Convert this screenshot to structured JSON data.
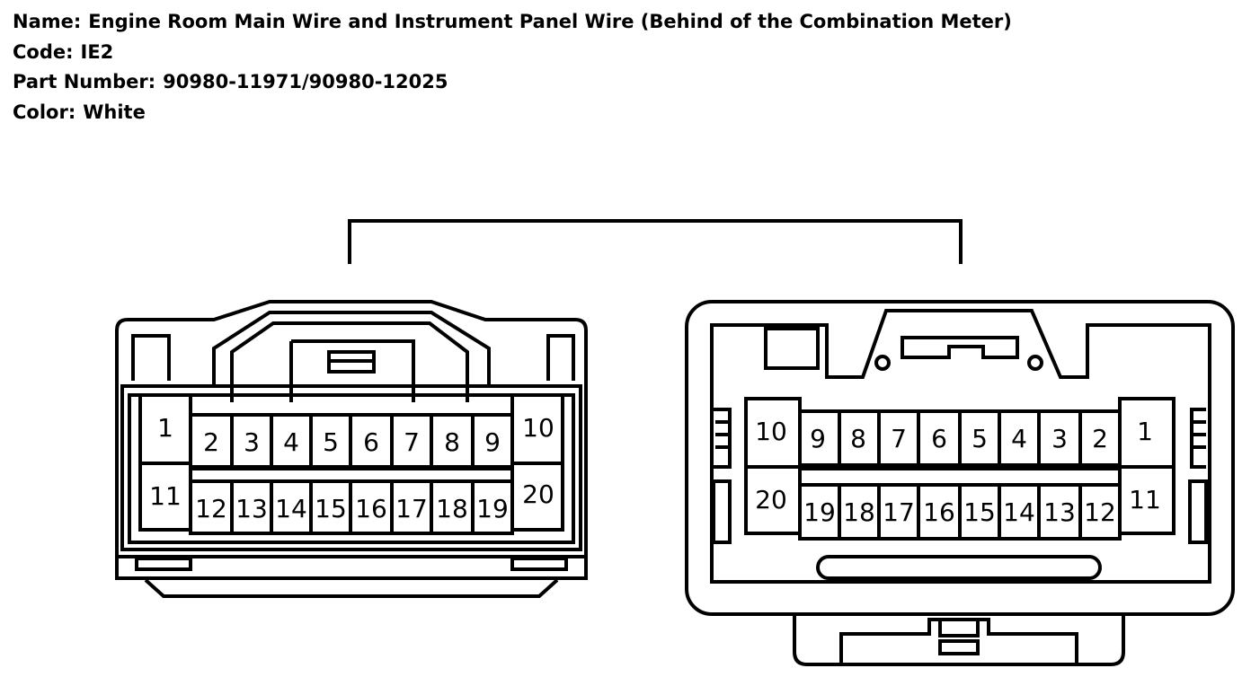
{
  "info": {
    "name_label": "Name:",
    "name_value": "Engine Room Main Wire and Instrument Panel Wire (Behind of the Combination Meter)",
    "code_label": "Code:",
    "code_value": "IE2",
    "part_label": "Part Number:",
    "part_value": "90980-11971/90980-12025",
    "color_label": "Color:",
    "color_value": "White"
  },
  "left_connector": {
    "end1": "1",
    "end10": "10",
    "end11": "11",
    "end20": "20",
    "top_row": [
      "2",
      "3",
      "4",
      "5",
      "6",
      "7",
      "8",
      "9"
    ],
    "bottom_row": [
      "12",
      "13",
      "14",
      "15",
      "16",
      "17",
      "18",
      "19"
    ]
  },
  "right_connector": {
    "end10": "10",
    "end1": "1",
    "end20": "20",
    "end11": "11",
    "top_row": [
      "9",
      "8",
      "7",
      "6",
      "5",
      "4",
      "3",
      "2"
    ],
    "bottom_row": [
      "19",
      "18",
      "17",
      "16",
      "15",
      "14",
      "13",
      "12"
    ]
  }
}
